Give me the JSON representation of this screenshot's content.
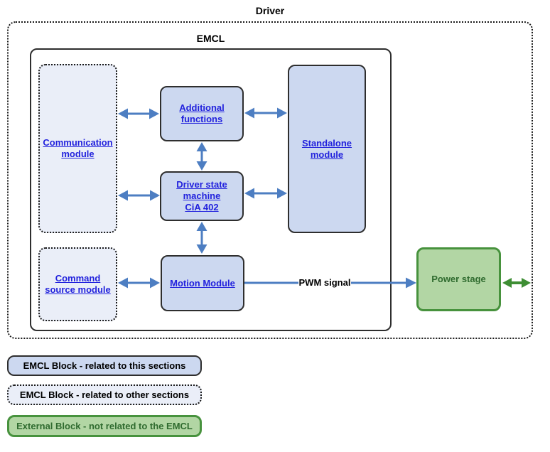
{
  "diagram": {
    "title": "Driver",
    "container_label": "EMCL",
    "blocks": {
      "communication": {
        "lines": [
          "Communication",
          "module"
        ]
      },
      "command_source": {
        "lines": [
          "Command",
          "source module"
        ]
      },
      "additional_functions": {
        "lines": [
          "Additional",
          "functions"
        ]
      },
      "driver_state_machine": {
        "lines": [
          "Driver state",
          "machine",
          "CiA 402"
        ]
      },
      "motion_module": {
        "lines": [
          "Motion Module"
        ]
      },
      "standalone_module": {
        "lines": [
          "Standalone",
          "module"
        ]
      },
      "power_stage": {
        "label": "Power stage"
      }
    },
    "labels": {
      "pwm_signal": "PWM signal"
    }
  },
  "legend": {
    "items": [
      {
        "label": "EMCL Block - related to this sections"
      },
      {
        "label": "EMCL Block - related to other sections"
      },
      {
        "label": "External Block - not related to the EMCL"
      }
    ]
  },
  "colors": {
    "block_fill_blue": "#CCD8F0",
    "block_fill_light": "#EAEEF8",
    "block_border_dark": "#2E2E2E",
    "green_fill": "#B2D6A4",
    "green_border": "#47923D",
    "green_text": "#2F6B2F",
    "arrow_blue": "#4D7EC2",
    "arrow_green": "#3E8E34",
    "link_text": "#2222DD"
  }
}
